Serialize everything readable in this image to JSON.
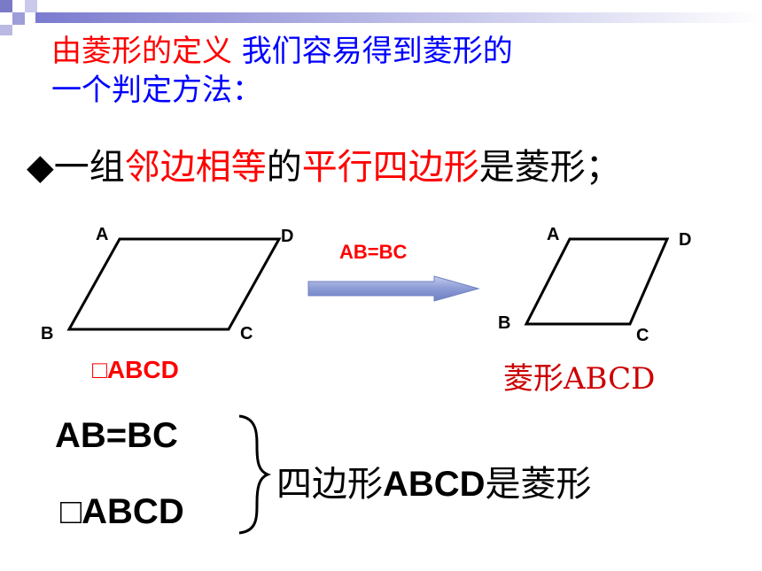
{
  "intro": {
    "line1_red": "由菱形的定义",
    "line1_blue": " 我们容易得到菱形的",
    "line2": "一个判定方法："
  },
  "bullet": {
    "marker": "◆",
    "seg1": "一组",
    "seg2": "邻边相等",
    "seg3": "的",
    "seg4": "平行四边形",
    "seg5": "是菱形；"
  },
  "parallelogram": {
    "A": "A",
    "B": "B",
    "C": "C",
    "D": "D",
    "caption": "□ABCD"
  },
  "arrow": {
    "label": "AB=BC"
  },
  "rhombus": {
    "A": "A",
    "B": "B",
    "C": "C",
    "D": "D",
    "caption": "菱形ABCD"
  },
  "reasoning": {
    "cond1": "AB=BC",
    "cond2": "□ABCD",
    "conclusion_pre": "四边形",
    "conclusion_bold": "ABCD",
    "conclusion_post": "是菱形"
  },
  "colors": {
    "red": "#ff0000",
    "blue": "#0000ff",
    "arrow_fill": "#8b9bd4",
    "deco_square": "#6b6bc9"
  }
}
